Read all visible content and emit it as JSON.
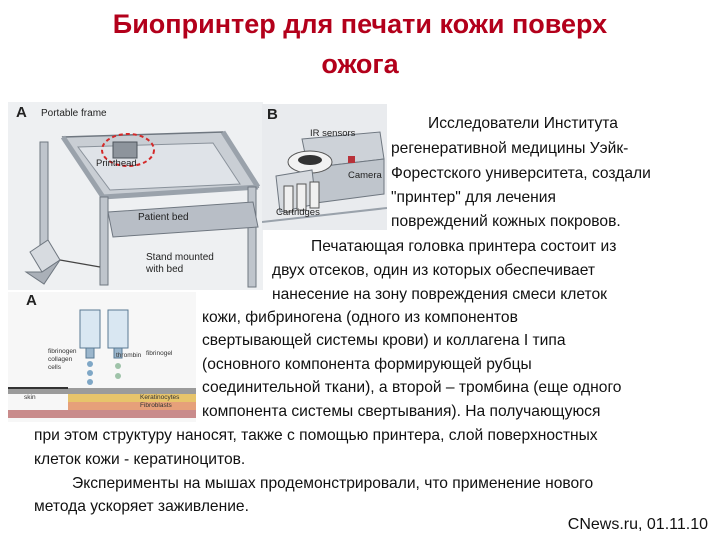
{
  "title": {
    "line1": "Биопринтер для печати кожи поверх",
    "line2": "ожога"
  },
  "figures": {
    "a": {
      "letter": "A",
      "portable_frame": "Portable frame",
      "printhead": "Printhead",
      "patient_bed": "Patient bed",
      "stand_line1": "Stand mounted",
      "stand_line2": "with bed"
    },
    "b": {
      "letter": "B",
      "ir_sensors": "IR sensors",
      "camera": "Camera",
      "cartridges": "Cartridges"
    },
    "c": {
      "letter": "A",
      "fibrinogen": "fibrinogen",
      "collagen": "collagen",
      "cells": "cells",
      "thrombin": "thrombin",
      "fibrinogel": "fibrinogel",
      "keratinocytes": "Keratinocytes",
      "fibroblasts": "Fibroblasts",
      "skin": "skin"
    }
  },
  "body_lines": [
    "Исследователи Института",
    "регенеративной медицины Уэйк-",
    "Форестского университета, создали",
    "\"принтер\" для лечения",
    "повреждений кожных покровов.",
    "Печатающая головка принтера состоит из",
    "двух отсеков, один из которых обеспечивает",
    "нанесение на зону повреждения смеси клеток",
    "кожи, фибриногена (одного из компонентов",
    "свертывающей системы крови) и коллагена I типа",
    "(основного компонента формирующей рубцы",
    "соединительной ткани), а второй – тромбина (еще одного",
    "компонента системы свертывания).  На получающуюся",
    "при этом структуру наносят, также с помощью принтера, слой поверхностных",
    "клеток кожи - кератиноцитов.",
    "Эксперименты на мышах продемонстрировали, что применение нового",
    "метода ускоряет заживление."
  ],
  "credit": "CNews.ru, 01.11.10",
  "colors": {
    "title": "#b3001b",
    "frame_highlight": "#d42a2a"
  }
}
